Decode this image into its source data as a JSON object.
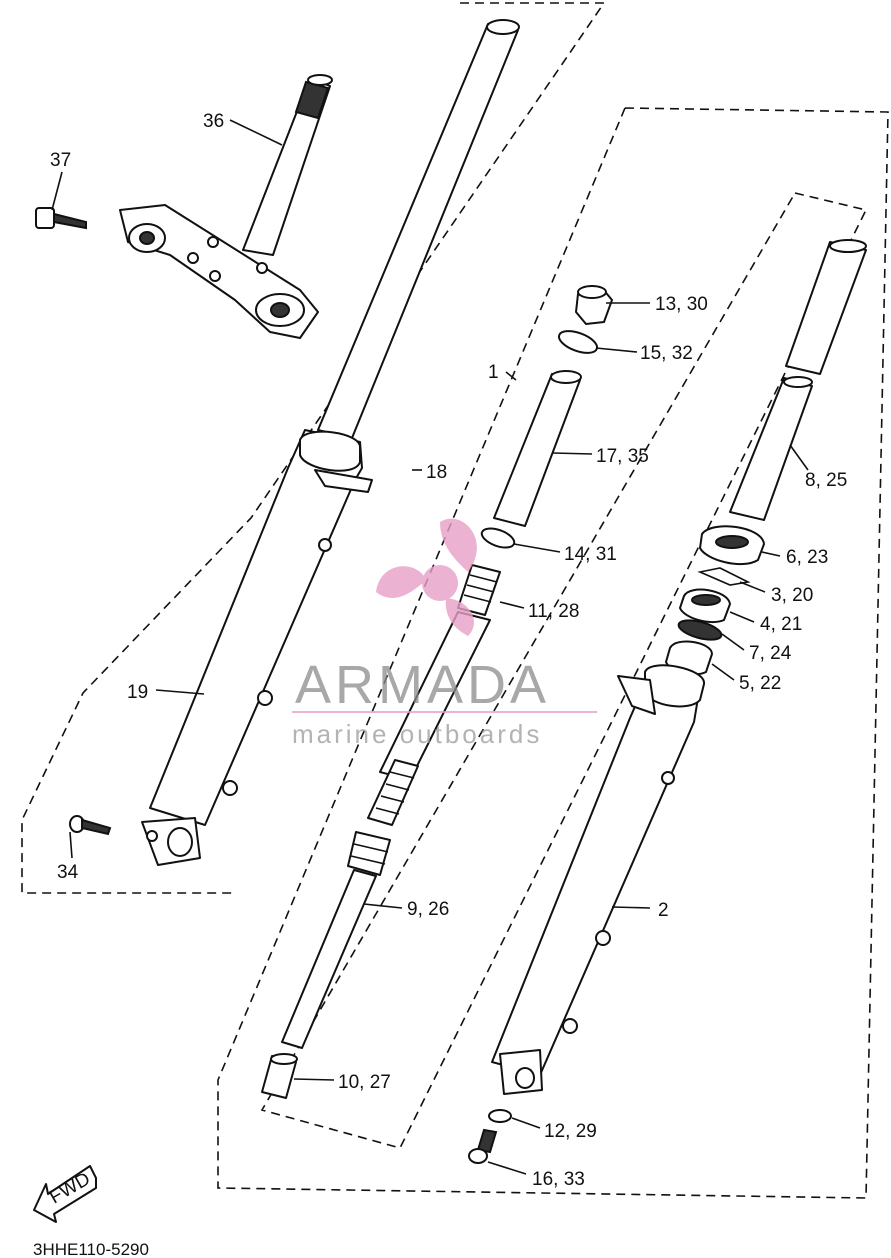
{
  "diagram": {
    "labels": {
      "p36": "36",
      "p37": "37",
      "p1330": "13, 30",
      "p1532": "15, 32",
      "p1": "1",
      "p1735": "17, 35",
      "p18": "18",
      "p825": "8, 25",
      "p1431": "14, 31",
      "p623": "6, 23",
      "p320": "3, 20",
      "p1128": "11, 28",
      "p421": "4, 21",
      "p724": "7, 24",
      "p522": "5, 22",
      "p19": "19",
      "p34": "34",
      "p926": "9, 26",
      "p2": "2",
      "p1027": "10, 27",
      "p1229": "12, 29",
      "p1633": "16, 33"
    },
    "fwd": "FWD",
    "drawing_code": "3HHE110-5290"
  },
  "watermark": {
    "brand": "ARMADA",
    "tagline": "marine outboards",
    "logo_color": "#e8a0c8",
    "text_color": "#8c8c8c"
  }
}
